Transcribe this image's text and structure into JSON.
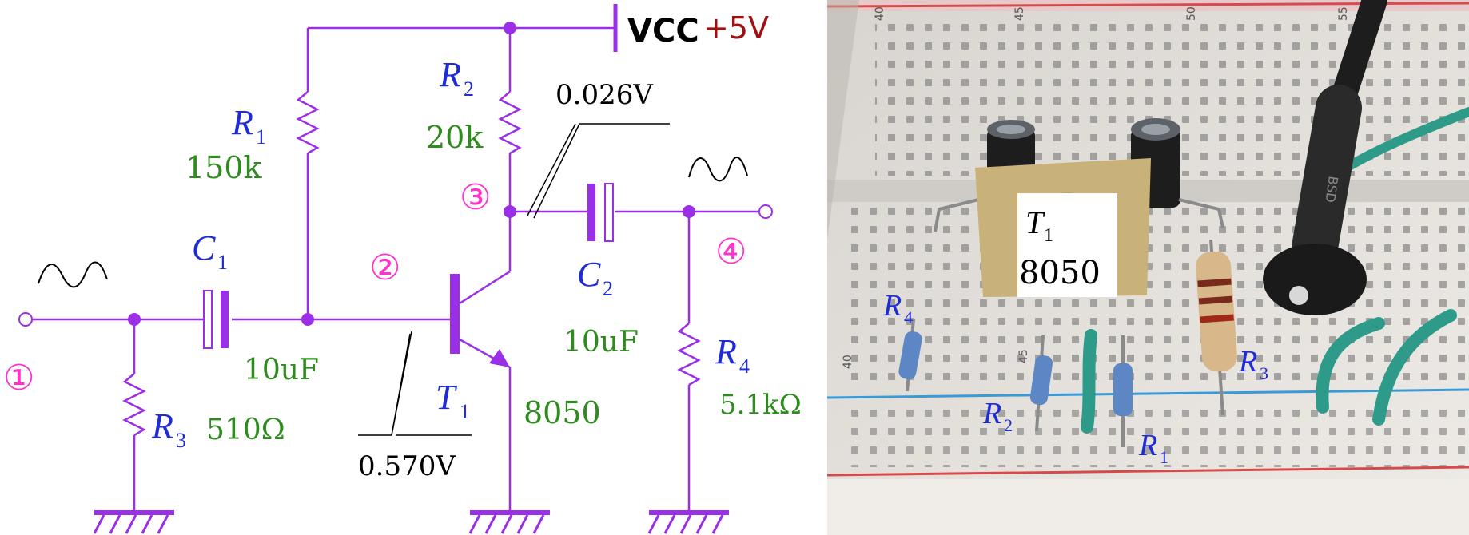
{
  "schematic": {
    "supply": {
      "name": "VCC",
      "value": "+5V"
    },
    "components": {
      "R1": {
        "letter": "R",
        "sub": "1",
        "value": "150k"
      },
      "R2": {
        "letter": "R",
        "sub": "2",
        "value": "20k"
      },
      "R3": {
        "letter": "R",
        "sub": "3",
        "value": "510Ω"
      },
      "R4": {
        "letter": "R",
        "sub": "4",
        "value": "5.1kΩ"
      },
      "C1": {
        "letter": "C",
        "sub": "1",
        "value": "10uF"
      },
      "C2": {
        "letter": "C",
        "sub": "2",
        "value": "10uF"
      },
      "T1": {
        "letter": "T",
        "sub": "1",
        "value": "8050"
      }
    },
    "nodes": [
      "①",
      "②",
      "③",
      "④"
    ],
    "measurements": {
      "base": "0.570V",
      "collector": "0.026V"
    },
    "colors": {
      "wire": "#9b2fe8",
      "label": "#1e2bd6",
      "value": "#2e8b1e",
      "node": "#ff33cc",
      "vcc_plus": "#a01010"
    }
  },
  "photo": {
    "label_T1": {
      "letter": "T",
      "sub": "1",
      "part": "8050"
    },
    "labels": [
      {
        "letter": "R",
        "sub": "4"
      },
      {
        "letter": "R",
        "sub": "2"
      },
      {
        "letter": "R",
        "sub": "1"
      },
      {
        "letter": "R",
        "sub": "3"
      }
    ],
    "ruler_numbers": [
      "40",
      "45",
      "50",
      "55",
      "45",
      "40"
    ],
    "probe_text": "BSD"
  }
}
